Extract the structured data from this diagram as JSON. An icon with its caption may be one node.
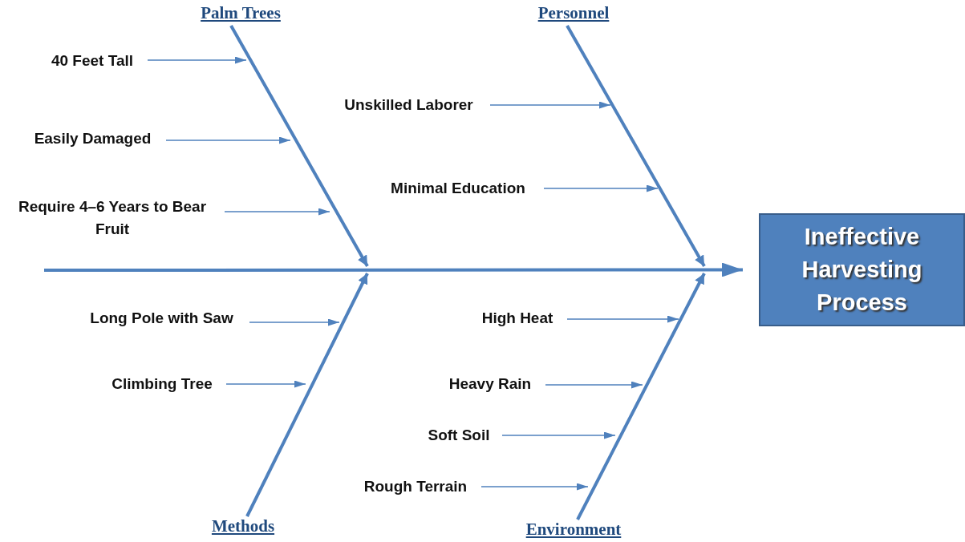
{
  "diagram": {
    "nodes": [
      {
        "text": [
          "Palm Trees"
        ]
      },
      {
        "text": [
          "40 Feet Tall"
        ]
      },
      {
        "text": [
          "Easily Damaged"
        ]
      },
      {
        "text": [
          "Require 4–6 Years to Bear Fruit"
        ]
      },
      {
        "text": [
          "Personnel"
        ]
      },
      {
        "text": [
          "Unskilled Laborer"
        ]
      },
      {
        "text": [
          "Minimal Education"
        ]
      },
      {
        "text": [
          "Methods"
        ]
      },
      {
        "text": [
          "Long Pole with Saw"
        ]
      },
      {
        "text": [
          "Climbing Tree"
        ]
      },
      {
        "text": [
          "Environment"
        ]
      },
      {
        "text": [
          "High Heat"
        ]
      },
      {
        "text": [
          "Heavy Rain"
        ]
      },
      {
        "text": [
          "Soft Soil"
        ]
      },
      {
        "text": [
          "Rough Terrain"
        ]
      },
      {
        "text": [
          "Ineffective Harvesting Process"
        ]
      }
    ],
    "edges": [
      {
        "from": 0,
        "to": null,
        "arrow": "to",
        "style": "thick"
      },
      {
        "from": 1,
        "to": null,
        "arrow": "to"
      },
      {
        "from": 2,
        "to": null,
        "arrow": "to"
      },
      {
        "from": 3,
        "to": null,
        "arrow": "to"
      },
      {
        "from": 4,
        "to": null,
        "arrow": "to",
        "style": "thick"
      },
      {
        "from": 5,
        "to": null,
        "arrow": "to"
      },
      {
        "from": 6,
        "to": null,
        "arrow": "to"
      },
      {
        "from": 7,
        "to": null,
        "arrow": "to",
        "style": "thick"
      },
      {
        "from": 8,
        "to": null,
        "arrow": "to"
      },
      {
        "from": 9,
        "to": null,
        "arrow": "to"
      },
      {
        "from": 10,
        "to": null,
        "arrow": "to",
        "style": "thick"
      },
      {
        "from": 11,
        "to": null,
        "arrow": "to"
      },
      {
        "from": 12,
        "to": null,
        "arrow": "to"
      },
      {
        "from": 13,
        "to": null,
        "arrow": "to"
      },
      {
        "from": 14,
        "to": null,
        "arrow": "to"
      },
      {
        "from": null,
        "to": 15,
        "arrow": "to",
        "style": "thick"
      }
    ]
  }
}
